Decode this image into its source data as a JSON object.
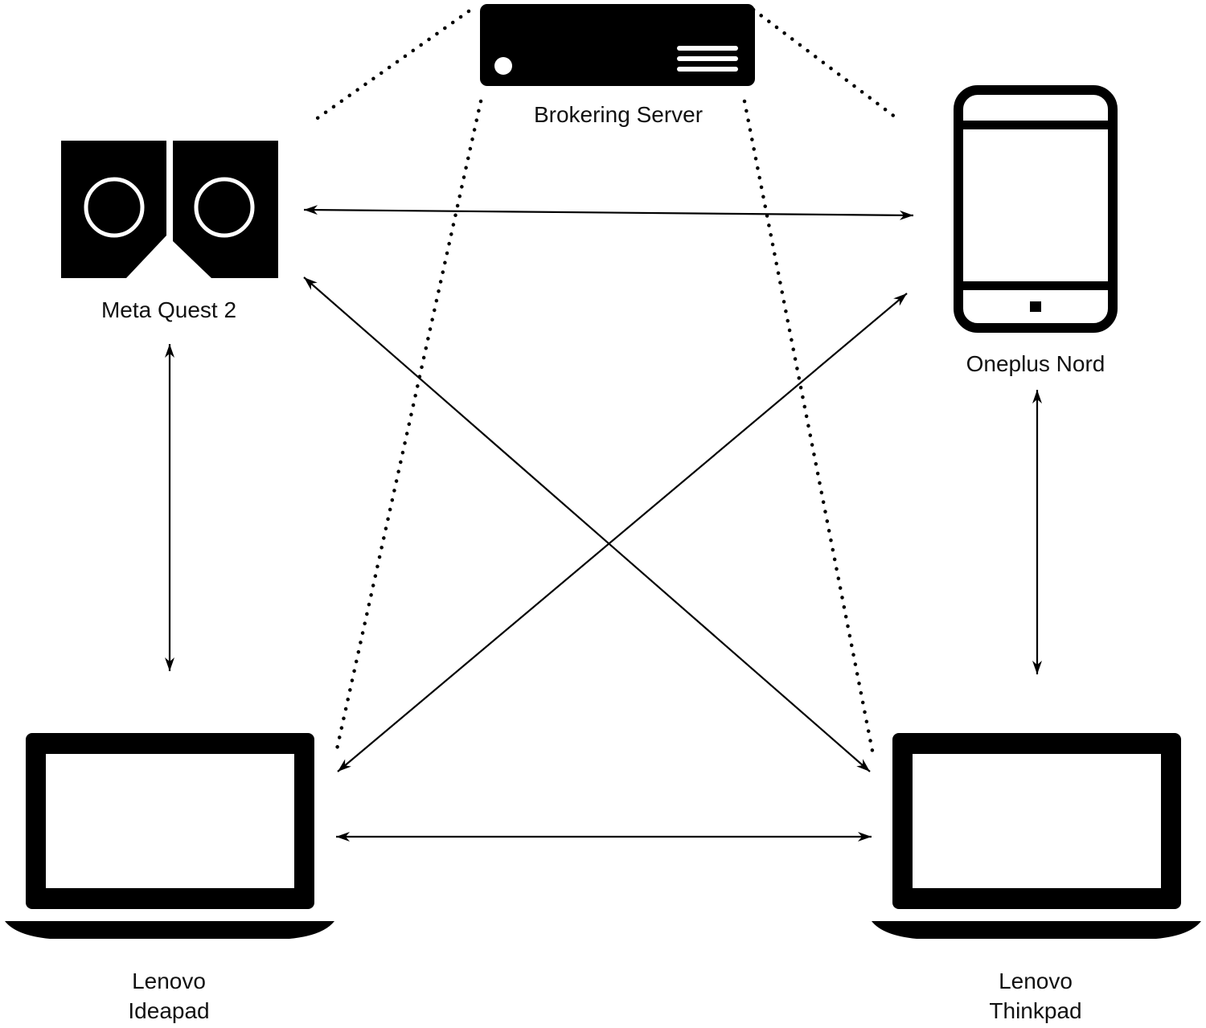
{
  "nodes": {
    "server": {
      "label": "Brokering Server",
      "icon": "server-icon"
    },
    "quest": {
      "label": "Meta Quest 2",
      "icon": "vr-headset-icon"
    },
    "phone": {
      "label": "Oneplus Nord",
      "icon": "smartphone-icon"
    },
    "ideapad": {
      "label_line1": "Lenovo",
      "label_line2": "Ideapad",
      "icon": "laptop-icon"
    },
    "thinkpad": {
      "label_line1": "Lenovo",
      "label_line2": "Thinkpad",
      "icon": "laptop-icon"
    }
  },
  "connections": [
    {
      "from": "Meta Quest 2",
      "to": "Oneplus Nord",
      "style": "solid",
      "direction": "bidirectional"
    },
    {
      "from": "Meta Quest 2",
      "to": "Lenovo Ideapad",
      "style": "solid",
      "direction": "bidirectional"
    },
    {
      "from": "Meta Quest 2",
      "to": "Lenovo Thinkpad",
      "style": "solid",
      "direction": "bidirectional"
    },
    {
      "from": "Oneplus Nord",
      "to": "Lenovo Thinkpad",
      "style": "solid",
      "direction": "bidirectional"
    },
    {
      "from": "Oneplus Nord",
      "to": "Lenovo Ideapad",
      "style": "solid",
      "direction": "bidirectional"
    },
    {
      "from": "Lenovo Ideapad",
      "to": "Lenovo Thinkpad",
      "style": "solid",
      "direction": "bidirectional"
    },
    {
      "from": "Brokering Server",
      "to": "Meta Quest 2",
      "style": "dotted",
      "direction": "none"
    },
    {
      "from": "Brokering Server",
      "to": "Oneplus Nord",
      "style": "dotted",
      "direction": "none"
    },
    {
      "from": "Brokering Server",
      "to": "Lenovo Ideapad",
      "style": "dotted",
      "direction": "none"
    },
    {
      "from": "Brokering Server",
      "to": "Lenovo Thinkpad",
      "style": "dotted",
      "direction": "none"
    }
  ],
  "colors": {
    "foreground": "#000000",
    "background": "#ffffff",
    "text": "#111111"
  }
}
